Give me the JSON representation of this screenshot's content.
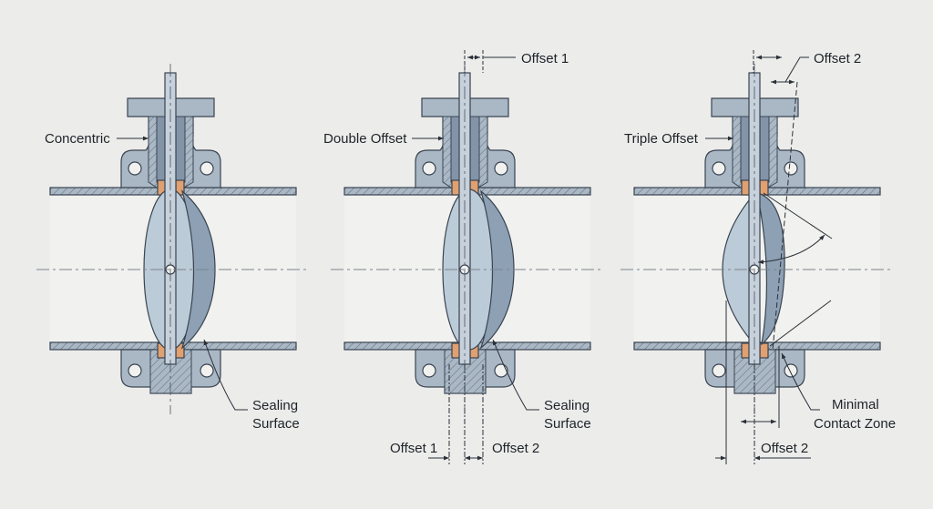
{
  "colors": {
    "background": "#ececeb",
    "metal": "#aab8c6",
    "disc": "#bccbd8",
    "disc_rim": "#8da0b4",
    "seat": "#e0a070",
    "outline": "#3a4450",
    "bore": "#f1f1ef"
  },
  "valves": [
    {
      "type_label": "Concentric",
      "seal_label_1": "Sealing",
      "seal_label_2": "Surface"
    },
    {
      "type_label": "Double Offset",
      "seal_label_1": "Sealing",
      "seal_label_2": "Surface",
      "top_offset": "Offset 1",
      "bottom_offset_1": "Offset 1",
      "bottom_offset_2": "Offset 2"
    },
    {
      "type_label": "Triple Offset",
      "contact_label_1": "Minimal",
      "contact_label_2": "Contact Zone",
      "top_offset": "Offset 2",
      "bottom_offset": "Offset 2"
    }
  ]
}
